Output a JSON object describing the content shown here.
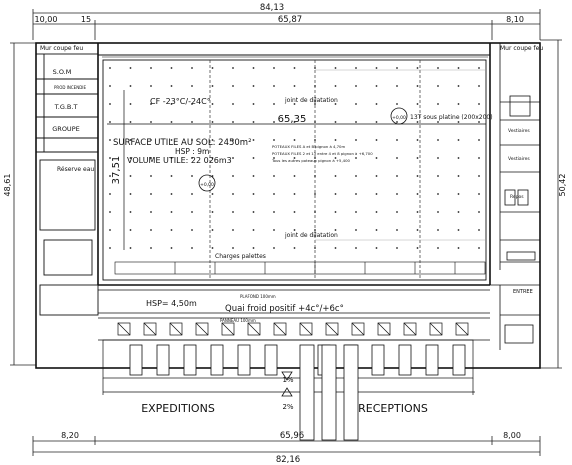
{
  "dimensions": {
    "top_total": "84,13",
    "top_left": "10,00",
    "top_left_small": "15",
    "top_middle": "65,87",
    "top_right": "8,10",
    "left_height": "48,61",
    "right_height": "50,42",
    "bottom_left": "8,20",
    "bottom_middle": "65,96",
    "bottom_right": "8,00",
    "bottom_total": "82,16",
    "interior_height": "37,51",
    "interior_width": "65,35"
  },
  "rooms": {
    "fire_wall_left": "Mur coupe feu",
    "fire_wall_right": "Mur coupe feu",
    "som": "S.O.M",
    "prod_label": "PROD INCENDIE",
    "tgbt": "T.G.B.T",
    "groupe": "GROUPE",
    "water_reserve": "Réserve eau",
    "vestiaires_1": "Vestiaires",
    "vestiaires_2": "Vestiaires",
    "repos": "Repos",
    "entree": "ENTREE"
  },
  "storage": {
    "temperature": "CF -23°C/-24C°",
    "surface": "SURFACE UTILE AU SOL: 2450m²",
    "hsp": "HSP : 9m",
    "volume": "VOLUME UTILE: 22 026m3",
    "joint_1": "joint de dilatation",
    "joint_2": "joint de dilatation",
    "level_center": "+0,00",
    "level_right": "+0,00",
    "platform": "13T sous platine (200x200)",
    "charges": "Charges palettes",
    "poteaux_1": "POTEAUX FILES A et B pignon à 4,70m",
    "poteaux_2": "POTEAUX FILES 2 et 13 entre 4 et 8 pignon à +6,700",
    "poteaux_3": "Tous les autres poteaux pignon à +5,400"
  },
  "quay": {
    "hsp": "HSP= 4,50m",
    "label": "Quai froid positif +4c°/+6c°",
    "plafond": "PLAFOND 100mm",
    "panneau": "PANNEAU 100mm"
  },
  "zones": {
    "expeditions": "EXPEDITIONS",
    "receptions": "RECEPTIONS",
    "slope_up": "1%",
    "slope_down": "2%"
  }
}
